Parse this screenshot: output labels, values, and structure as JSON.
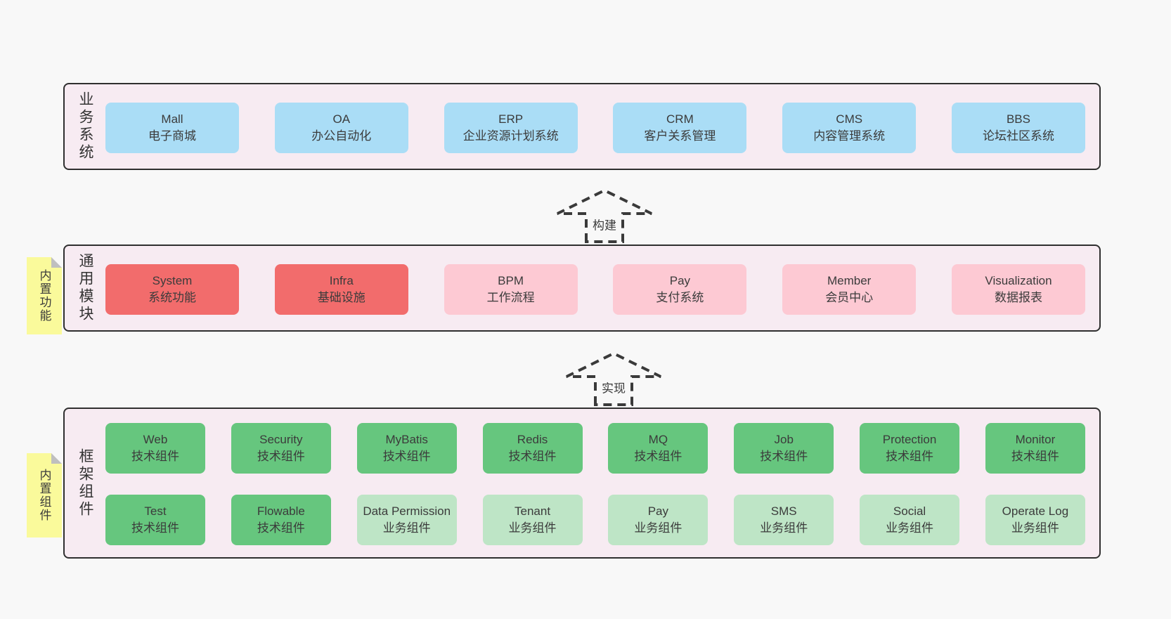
{
  "diagram": {
    "arrows": [
      {
        "label": "构建"
      },
      {
        "label": "实现"
      }
    ],
    "layers": {
      "business": {
        "label": "业务系统",
        "boxes": [
          {
            "title": "Mall",
            "subtitle": "电子商城",
            "type": "blue"
          },
          {
            "title": "OA",
            "subtitle": "办公自动化",
            "type": "blue"
          },
          {
            "title": "ERP",
            "subtitle": "企业资源计划系统",
            "type": "blue"
          },
          {
            "title": "CRM",
            "subtitle": "客户关系管理",
            "type": "blue"
          },
          {
            "title": "CMS",
            "subtitle": "内容管理系统",
            "type": "blue"
          },
          {
            "title": "BBS",
            "subtitle": "论坛社区系统",
            "type": "blue"
          }
        ]
      },
      "modules": {
        "label": "通用模块",
        "note": "内置功能",
        "boxes": [
          {
            "title": "System",
            "subtitle": "系统功能",
            "type": "red"
          },
          {
            "title": "Infra",
            "subtitle": "基础设施",
            "type": "red"
          },
          {
            "title": "BPM",
            "subtitle": "工作流程",
            "type": "pink"
          },
          {
            "title": "Pay",
            "subtitle": "支付系统",
            "type": "pink"
          },
          {
            "title": "Member",
            "subtitle": "会员中心",
            "type": "pink"
          },
          {
            "title": "Visualization",
            "subtitle": "数据报表",
            "type": "pink"
          }
        ]
      },
      "components": {
        "label": "框架组件",
        "note": "内置组件",
        "rows": [
          [
            {
              "title": "Web",
              "subtitle": "技术组件",
              "type": "green"
            },
            {
              "title": "Security",
              "subtitle": "技术组件",
              "type": "green"
            },
            {
              "title": "MyBatis",
              "subtitle": "技术组件",
              "type": "green"
            },
            {
              "title": "Redis",
              "subtitle": "技术组件",
              "type": "green"
            },
            {
              "title": "MQ",
              "subtitle": "技术组件",
              "type": "green"
            },
            {
              "title": "Job",
              "subtitle": "技术组件",
              "type": "green"
            },
            {
              "title": "Protection",
              "subtitle": "技术组件",
              "type": "green"
            },
            {
              "title": "Monitor",
              "subtitle": "技术组件",
              "type": "green"
            }
          ],
          [
            {
              "title": "Test",
              "subtitle": "技术组件",
              "type": "green"
            },
            {
              "title": "Flowable",
              "subtitle": "技术组件",
              "type": "green"
            },
            {
              "title": "Data Permission",
              "subtitle": "业务组件",
              "type": "lightgreen"
            },
            {
              "title": "Tenant",
              "subtitle": "业务组件",
              "type": "lightgreen"
            },
            {
              "title": "Pay",
              "subtitle": "业务组件",
              "type": "lightgreen"
            },
            {
              "title": "SMS",
              "subtitle": "业务组件",
              "type": "lightgreen"
            },
            {
              "title": "Social",
              "subtitle": "业务组件",
              "type": "lightgreen"
            },
            {
              "title": "Operate Log",
              "subtitle": "业务组件",
              "type": "lightgreen"
            }
          ]
        ]
      }
    },
    "colors": {
      "blue": "#aaddf6",
      "red": "#f26c6c",
      "pink": "#fdc9d3",
      "green": "#66c67e",
      "lightgreen": "#bee5c6",
      "note_yellow": "#fafa9b",
      "layer_bg": "#f7ebf2",
      "arrow_stroke": "#3a3a3a",
      "text": "#3b3b3b"
    }
  }
}
